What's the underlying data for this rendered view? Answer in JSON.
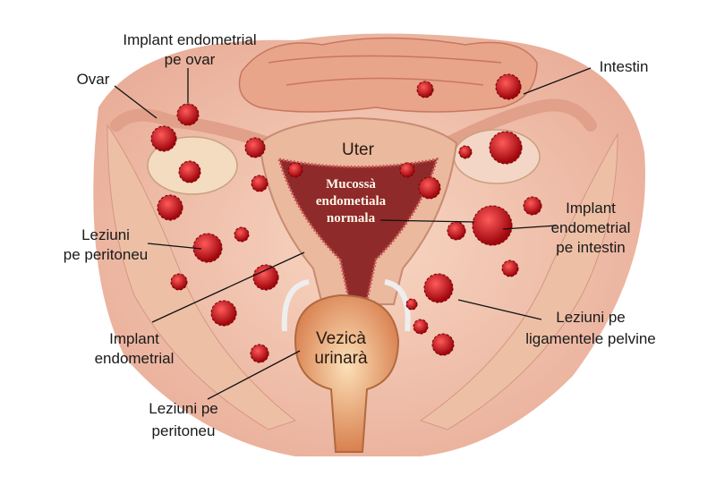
{
  "labels": {
    "implant_ovar": [
      "Implant endometrial",
      "pe ovar"
    ],
    "ovar": "Ovar",
    "intestin": "Intestin",
    "uter": "Uter",
    "mucoasa": [
      "Mucossà",
      "endometiala",
      "normala"
    ],
    "leziuni_peritoneu_left": [
      "Leziuni",
      "pe peritoneu"
    ],
    "implant_intestin": [
      "Implant",
      "endometrial",
      "pe intestin"
    ],
    "implant_endometrial": [
      "Implant",
      "endometrial"
    ],
    "leziuni_ligamente": [
      "Leziuni pe",
      "ligamentele pelvine"
    ],
    "vezica": [
      "Vezicà",
      "urinarà"
    ],
    "leziuni_peritoneu_bottom": [
      "Leziuni pe",
      "peritoneu"
    ]
  },
  "colors": {
    "tissue": "#f2c3a8",
    "tissue_dark": "#d98b78",
    "uterus_cavity": "#8e2a2a",
    "lesion": "#c8141c",
    "bladder": "#e8a070"
  }
}
